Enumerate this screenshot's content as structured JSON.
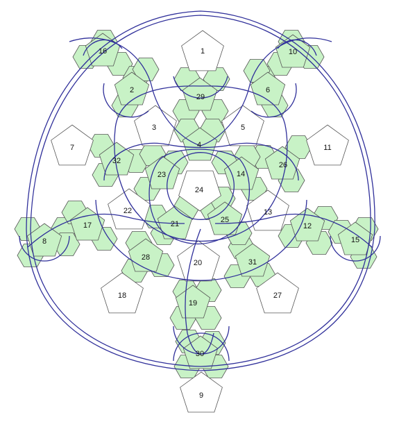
{
  "colors": {
    "green_tile": "#c8f2c6",
    "outline": "#555555",
    "curve": "#2f2f9a"
  },
  "pentagon_labels": {
    "p1": "1",
    "p2": "2",
    "p3": "3",
    "p4": "4",
    "p5": "5",
    "p6": "6",
    "p7": "7",
    "p8": "8",
    "p9": "9",
    "p10": "10",
    "p11": "11",
    "p12": "12",
    "p13": "13",
    "p14": "14",
    "p15": "15",
    "p16": "16",
    "p17": "17",
    "p18": "18",
    "p19": "19",
    "p20": "20",
    "p21": "21",
    "p22": "22",
    "p23": "23",
    "p24": "24",
    "p25": "25",
    "p26": "26",
    "p27": "27",
    "p28": "28",
    "p29": "29",
    "p30": "30",
    "p31": "31",
    "p32": "32"
  }
}
